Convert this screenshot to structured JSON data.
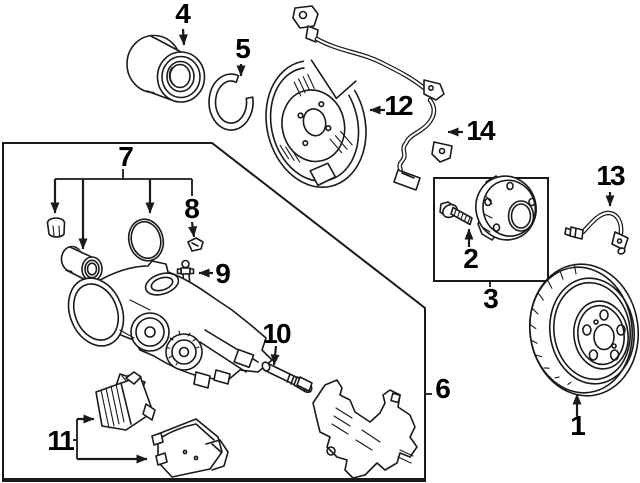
{
  "colors": {
    "background": "#ffffff",
    "line": "#1a1a1a",
    "label": "#000000"
  },
  "callouts": [
    {
      "label": "1",
      "part": "brake-rotor"
    },
    {
      "label": "2",
      "part": "hub-bolt"
    },
    {
      "label": "3",
      "part": "hub-bearing-assembly"
    },
    {
      "label": "4",
      "part": "wheel-bearing"
    },
    {
      "label": "5",
      "part": "snap-ring"
    },
    {
      "label": "6",
      "part": "caliper-mounting-bracket"
    },
    {
      "label": "7",
      "part": "caliper-piston-and-seals"
    },
    {
      "label": "8",
      "part": "retainer-clip"
    },
    {
      "label": "9",
      "part": "bleeder-screw"
    },
    {
      "label": "10",
      "part": "guide-pin"
    },
    {
      "label": "11",
      "part": "brake-pads"
    },
    {
      "label": "12",
      "part": "splash-shield"
    },
    {
      "label": "13",
      "part": "brake-hose"
    },
    {
      "label": "14",
      "part": "abs-sensor-harness"
    }
  ]
}
